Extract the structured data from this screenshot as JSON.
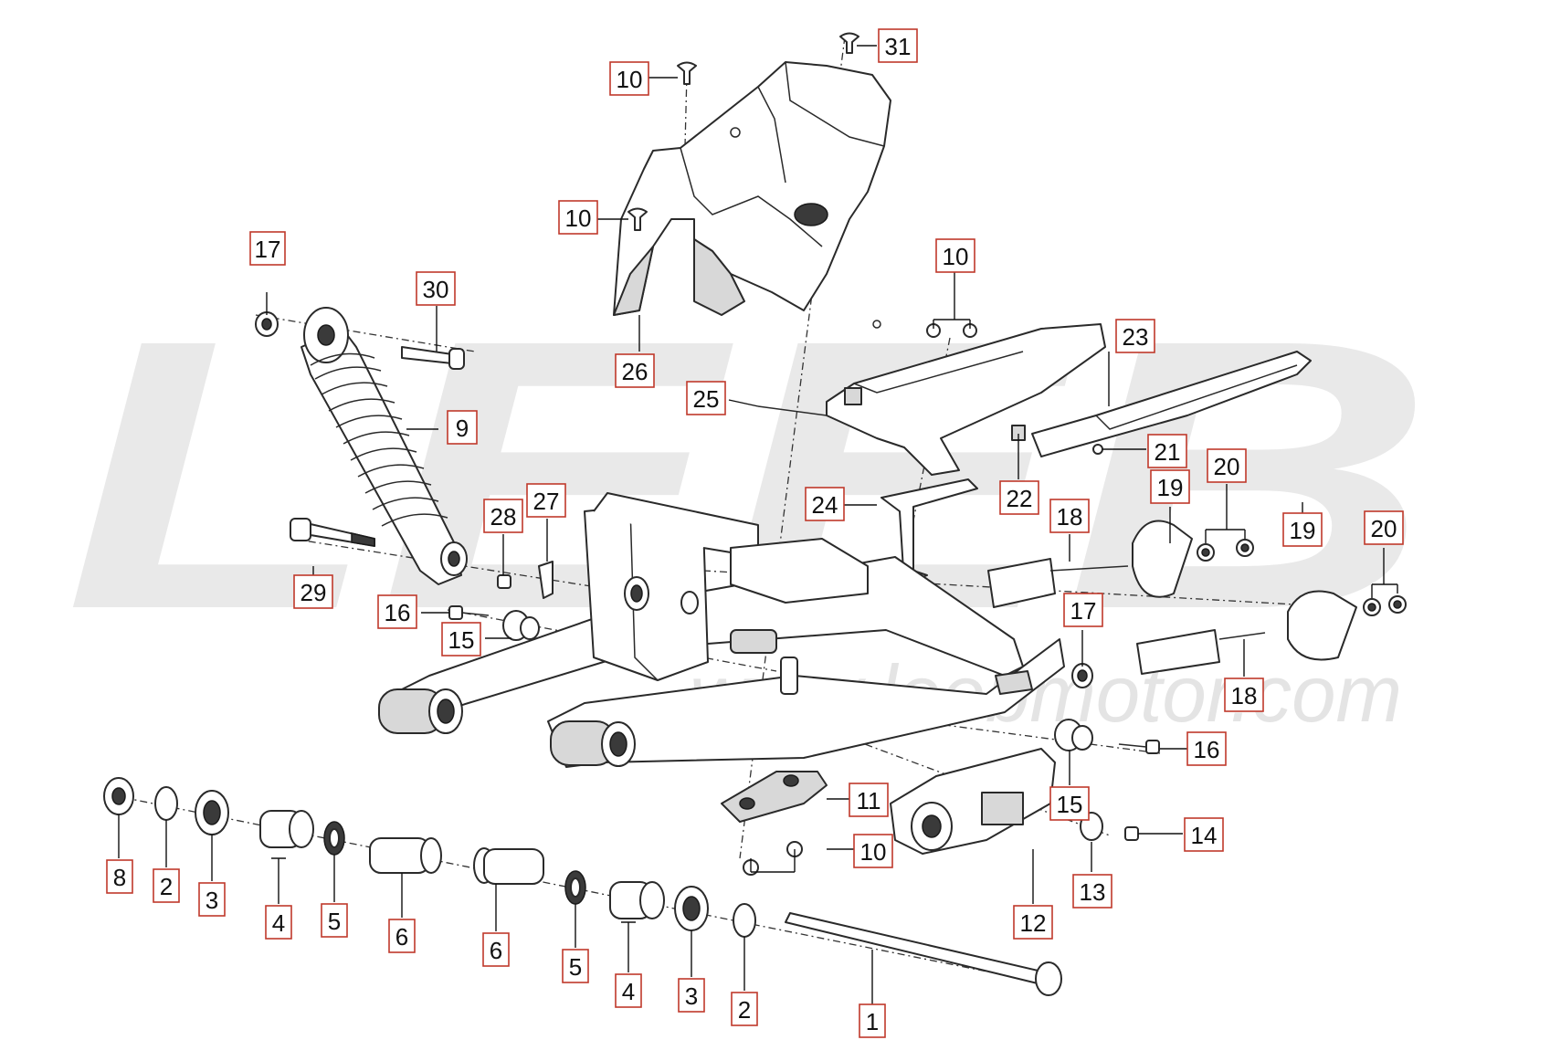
{
  "watermark": {
    "brand": "LEEB",
    "url": "www.leebmotor.com"
  },
  "callouts": [
    {
      "n": "1"
    },
    {
      "n": "2"
    },
    {
      "n": "2"
    },
    {
      "n": "3"
    },
    {
      "n": "3"
    },
    {
      "n": "4"
    },
    {
      "n": "4"
    },
    {
      "n": "5"
    },
    {
      "n": "5"
    },
    {
      "n": "6"
    },
    {
      "n": "6"
    },
    {
      "n": "8"
    },
    {
      "n": "9"
    },
    {
      "n": "10"
    },
    {
      "n": "10"
    },
    {
      "n": "10"
    },
    {
      "n": "10"
    },
    {
      "n": "11"
    },
    {
      "n": "12"
    },
    {
      "n": "13"
    },
    {
      "n": "14"
    },
    {
      "n": "15"
    },
    {
      "n": "15"
    },
    {
      "n": "16"
    },
    {
      "n": "16"
    },
    {
      "n": "17"
    },
    {
      "n": "17"
    },
    {
      "n": "18"
    },
    {
      "n": "18"
    },
    {
      "n": "19"
    },
    {
      "n": "19"
    },
    {
      "n": "20"
    },
    {
      "n": "20"
    },
    {
      "n": "21"
    },
    {
      "n": "22"
    },
    {
      "n": "23"
    },
    {
      "n": "24"
    },
    {
      "n": "25"
    },
    {
      "n": "26"
    },
    {
      "n": "27"
    },
    {
      "n": "28"
    },
    {
      "n": "29"
    },
    {
      "n": "30"
    },
    {
      "n": "31"
    }
  ],
  "colors": {
    "callout_border": "#c0392b",
    "line": "#2a2a2a",
    "watermark": "#e9e9e9"
  }
}
